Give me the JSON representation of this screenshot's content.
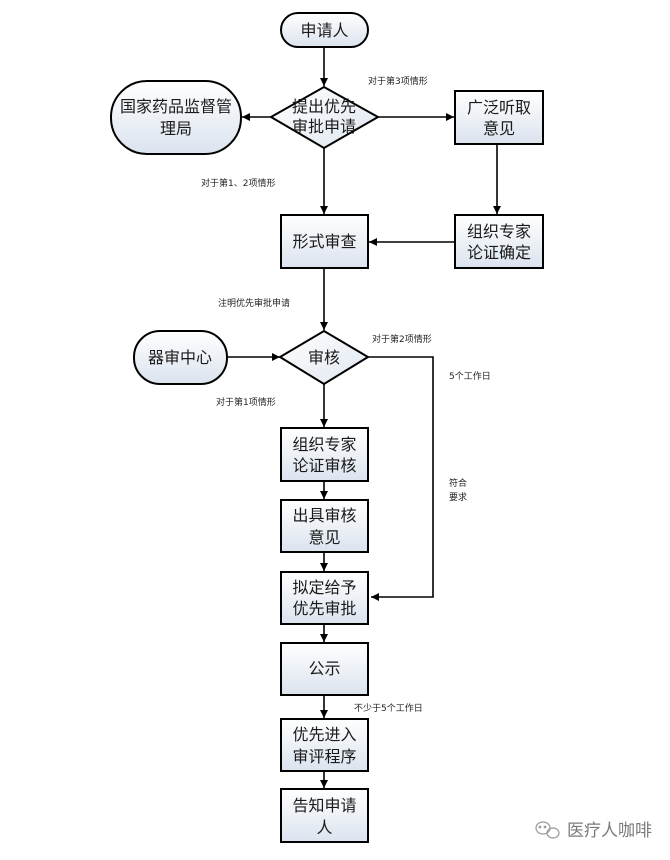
{
  "diagram": {
    "type": "flowchart",
    "nodes": [
      {
        "id": "applicant",
        "shape": "terminator",
        "lines": [
          "申请人"
        ]
      },
      {
        "id": "submit",
        "shape": "decision",
        "lines": [
          "提出优先",
          "审批申请"
        ]
      },
      {
        "id": "nmpa",
        "shape": "terminator",
        "lines": [
          "国家药品监督管",
          "理局"
        ]
      },
      {
        "id": "hearing",
        "shape": "process",
        "lines": [
          "广泛听取",
          "意见"
        ]
      },
      {
        "id": "formal_review",
        "shape": "process",
        "lines": [
          "形式审查"
        ]
      },
      {
        "id": "expert_confirm",
        "shape": "process",
        "lines": [
          "组织专家",
          "论证确定"
        ]
      },
      {
        "id": "cmde",
        "shape": "terminator",
        "lines": [
          "器审中心"
        ]
      },
      {
        "id": "audit",
        "shape": "decision",
        "lines": [
          "审核"
        ]
      },
      {
        "id": "expert_audit",
        "shape": "process",
        "lines": [
          "组织专家",
          "论证审核"
        ]
      },
      {
        "id": "issue_opinion",
        "shape": "process",
        "lines": [
          "出具审核",
          "意见"
        ]
      },
      {
        "id": "propose",
        "shape": "process",
        "lines": [
          "拟定给予",
          "优先审批"
        ]
      },
      {
        "id": "publicity",
        "shape": "process",
        "lines": [
          "公示"
        ]
      },
      {
        "id": "enter_review",
        "shape": "process",
        "lines": [
          "优先进入",
          "审评程序"
        ]
      },
      {
        "id": "notify",
        "shape": "process",
        "lines": [
          "告知申请",
          "人"
        ]
      }
    ],
    "edges": [
      {
        "from": "applicant",
        "to": "submit",
        "label": ""
      },
      {
        "from": "submit",
        "to": "nmpa",
        "label": ""
      },
      {
        "from": "submit",
        "to": "hearing",
        "label": "对于第3项情形"
      },
      {
        "from": "submit",
        "to": "formal_review",
        "label": "对于第1、2项情形"
      },
      {
        "from": "hearing",
        "to": "expert_confirm",
        "label": ""
      },
      {
        "from": "expert_confirm",
        "to": "formal_review",
        "label": ""
      },
      {
        "from": "formal_review",
        "to": "audit",
        "label": "注明优先审批申请"
      },
      {
        "from": "cmde",
        "to": "audit",
        "label": ""
      },
      {
        "from": "audit",
        "to": "expert_audit",
        "label": "对于第1项情形"
      },
      {
        "from": "audit",
        "to": "propose",
        "label": "对于第2项情形",
        "extra_labels": [
          "5个工作日",
          "符合",
          "要求"
        ]
      },
      {
        "from": "expert_audit",
        "to": "issue_opinion",
        "label": ""
      },
      {
        "from": "issue_opinion",
        "to": "propose",
        "label": ""
      },
      {
        "from": "propose",
        "to": "publicity",
        "label": ""
      },
      {
        "from": "publicity",
        "to": "enter_review",
        "label": "不少于5个工作日"
      },
      {
        "from": "enter_review",
        "to": "notify",
        "label": ""
      }
    ]
  },
  "labels": {
    "case3": "对于第3项情形",
    "case12": "对于第1、2项情形",
    "mark_priority": "注明优先审批申请",
    "case2": "对于第2项情形",
    "five_days": "5个工作日",
    "meets1": "符合",
    "meets2": "要求",
    "case1": "对于第1项情形",
    "min_five_days": "不少于5个工作日"
  },
  "watermark": {
    "icon": "wechat-icon",
    "text": "医疗人咖啡"
  },
  "colors": {
    "fill_top": "#ffffff",
    "fill_bottom": "#dde4ef",
    "stroke": "#000000"
  }
}
